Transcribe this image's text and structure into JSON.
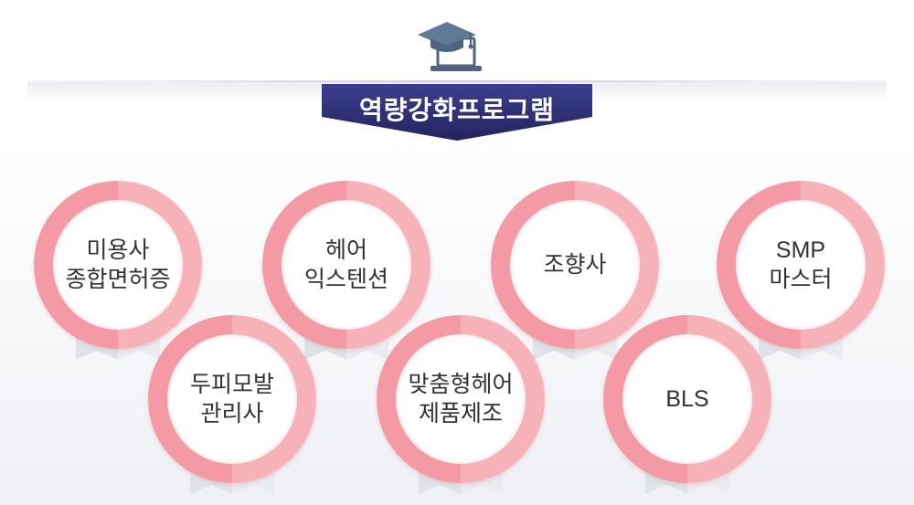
{
  "banner": {
    "title": "역량강화프로그램"
  },
  "colors": {
    "banner": "#2f3077",
    "ring_light": "#f7b2b9",
    "ring_dark": "#f39aa4",
    "text": "#333333"
  },
  "icons": {
    "logo": "graduation-cap-laptop-icon"
  },
  "programs": [
    {
      "line1": "미용사",
      "line2": "종합면허증"
    },
    {
      "line1": "헤어",
      "line2": "익스텐션"
    },
    {
      "line1": "조향사",
      "line2": ""
    },
    {
      "line1": "SMP",
      "line2": "마스터"
    },
    {
      "line1": "두피모발",
      "line2": "관리사"
    },
    {
      "line1": "맞춤형헤어",
      "line2": "제품제조"
    },
    {
      "line1": "BLS",
      "line2": ""
    }
  ]
}
